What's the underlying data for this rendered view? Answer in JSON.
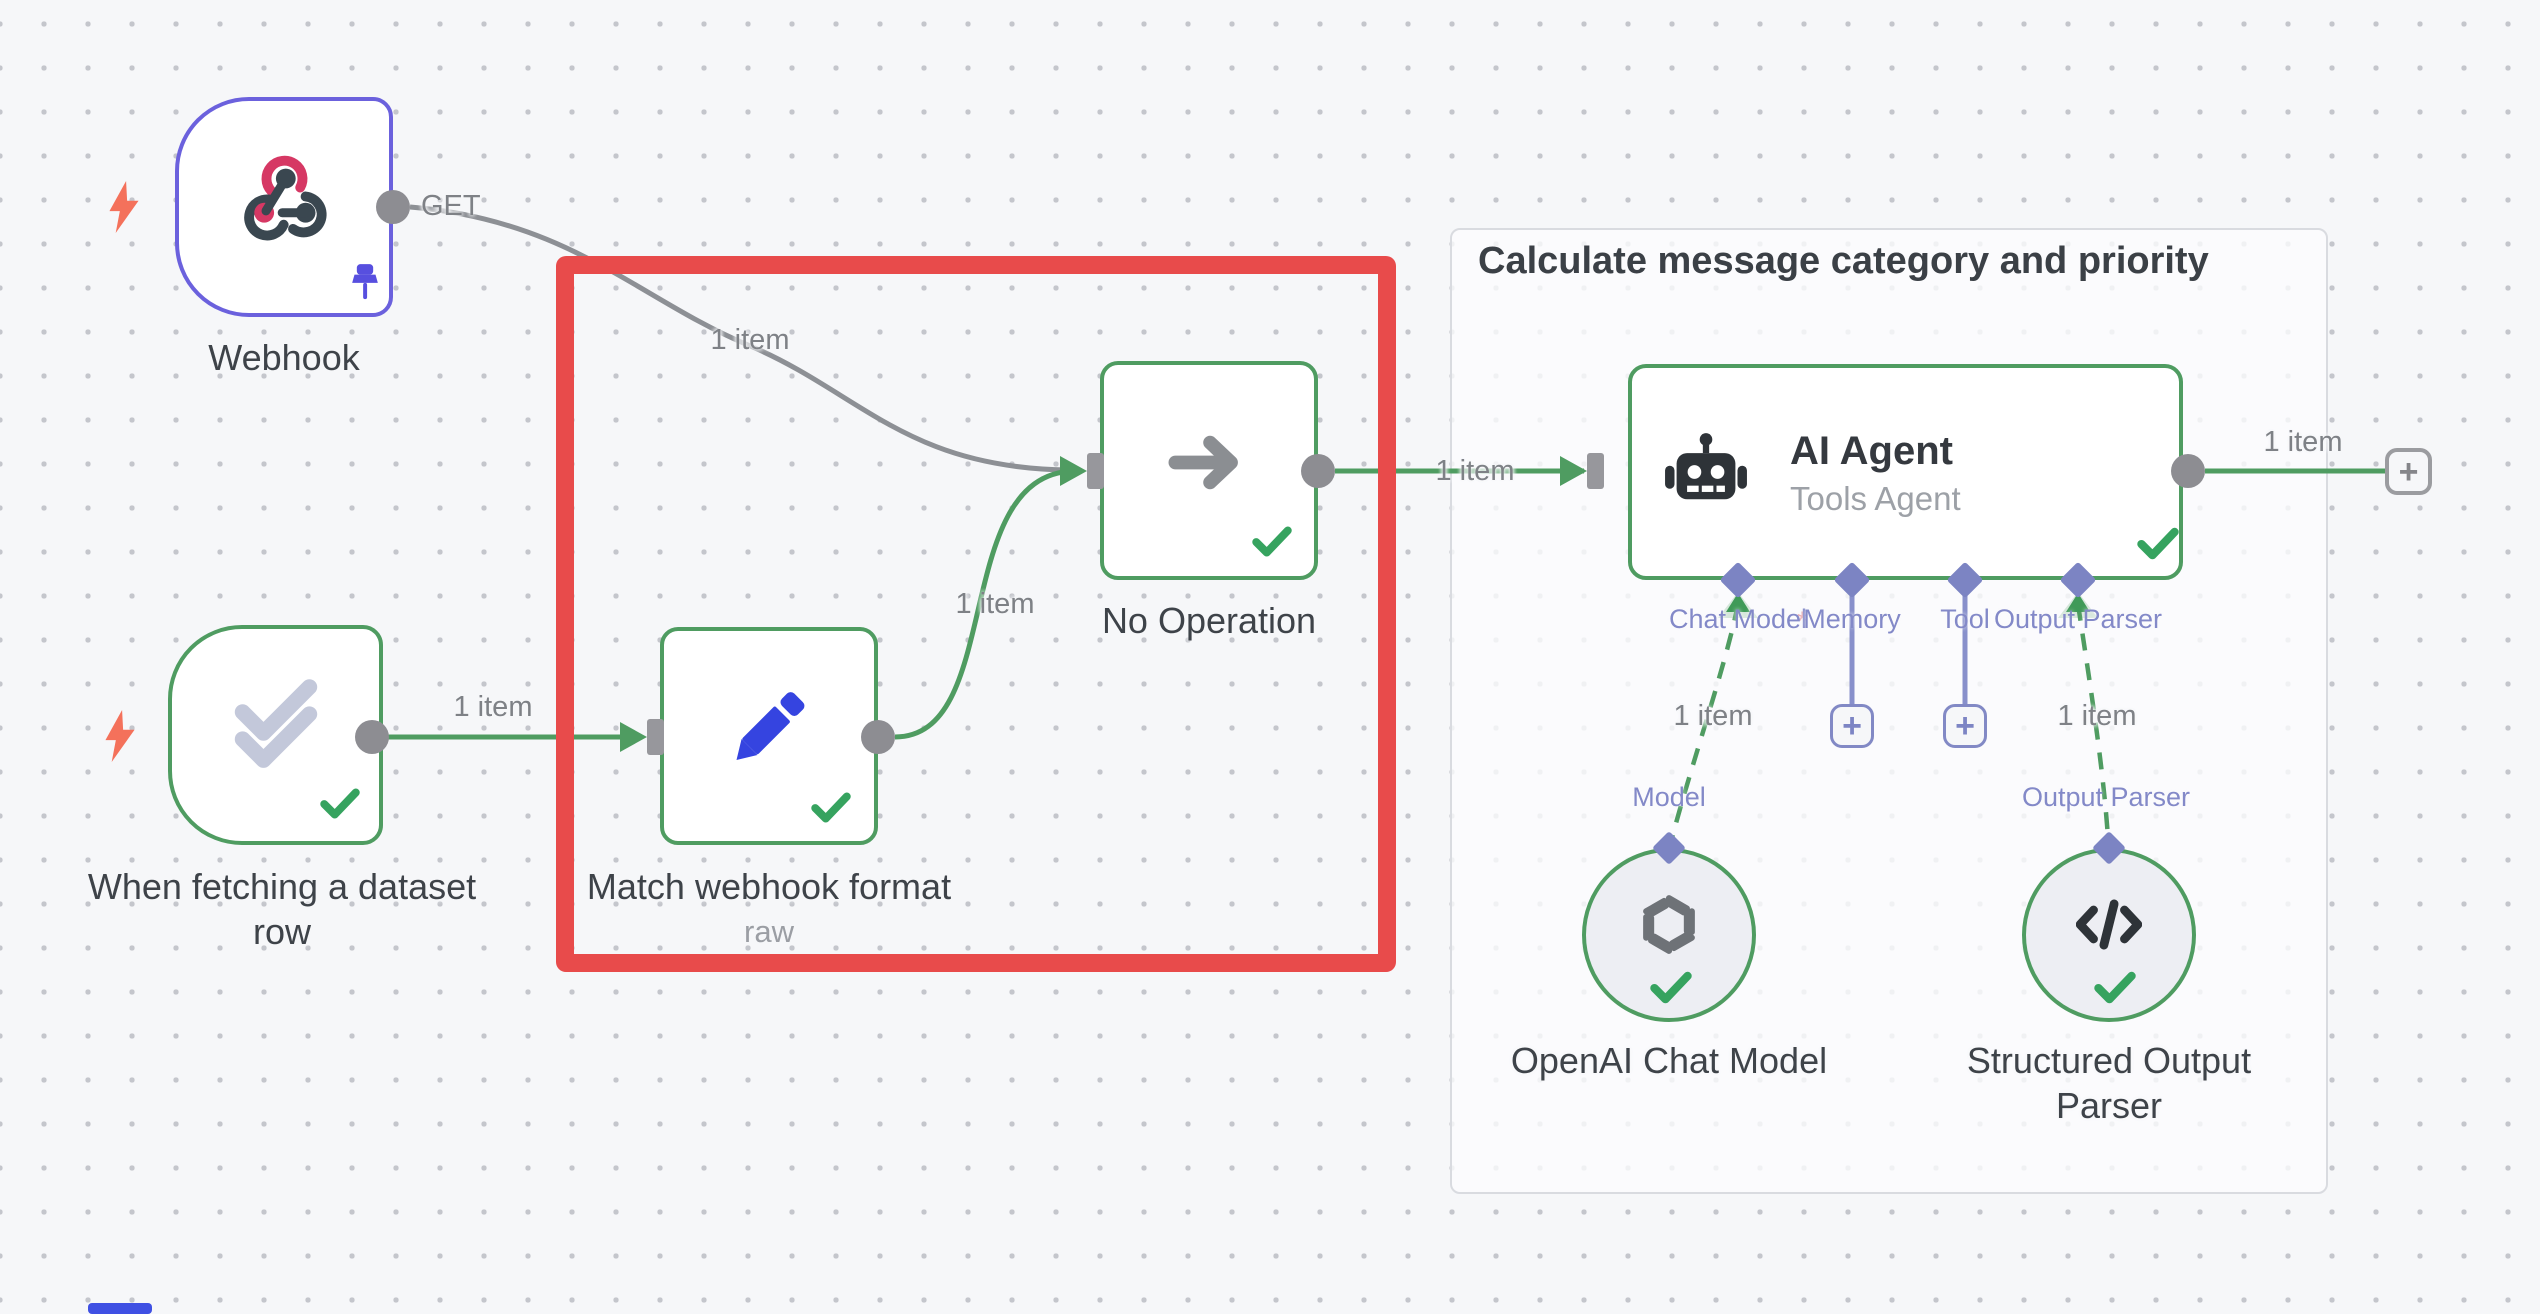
{
  "group": {
    "title": "Calculate message category and priority"
  },
  "nodes": {
    "webhook": {
      "label": "Webhook"
    },
    "dataset_trigger": {
      "line1": "When fetching a dataset",
      "line2": "row"
    },
    "match_format": {
      "label": "Match webhook format",
      "sublabel": "raw"
    },
    "no_operation": {
      "label": "No Operation"
    },
    "ai_agent": {
      "title": "AI Agent",
      "subtitle": "Tools Agent"
    },
    "openai_model": {
      "label": "OpenAI Chat Model"
    },
    "output_parser": {
      "line1": "Structured Output",
      "line2": "Parser"
    }
  },
  "connection_labels": {
    "webhook_method": "GET",
    "webhook_to_noop": "1 item",
    "dataset_to_match": "1 item",
    "match_to_noop": "1 item",
    "noop_to_agent": "1 item",
    "agent_out": "1 item",
    "agent_to_model": "1 item",
    "agent_to_parser": "1 item"
  },
  "agent_connectors": {
    "chat_model": "Chat Model",
    "memory": "Memory",
    "tool": "Tool",
    "output_parser": "Output Parser",
    "required_marker": "*"
  },
  "sub_connectors": {
    "model": "Model",
    "output_parser": "Output Parser"
  },
  "buttons": {
    "add": "+"
  },
  "colors": {
    "canvas": "#f6f7f9",
    "success_green": "#4f9c61",
    "check_green": "#36a35f",
    "gray_line": "#8d9095",
    "purple_connector": "#7c84c3",
    "webhook_purple": "#6b61dd",
    "red_annotation": "#e84b4b",
    "trigger_orange": "#f4715b",
    "pencil_blue": "#3544e0"
  }
}
